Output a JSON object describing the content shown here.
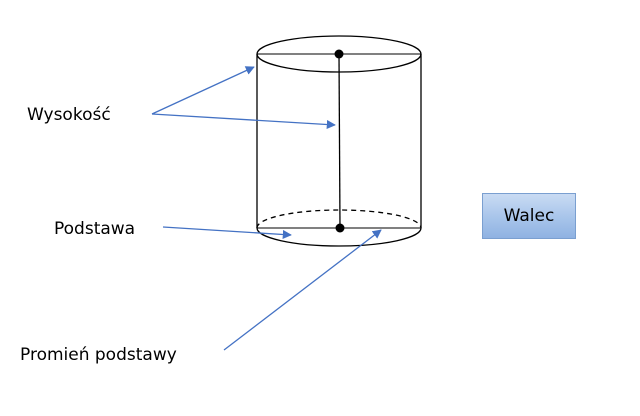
{
  "labels": {
    "height": "Wysokość",
    "base": "Podstawa",
    "base_radius": "Promień podstawy"
  },
  "title": "Walec",
  "colors": {
    "arrow": "#4472c4",
    "outline": "#000000",
    "title_box_fill": "#a7c4ea",
    "title_box_border": "#7a9fd0"
  }
}
